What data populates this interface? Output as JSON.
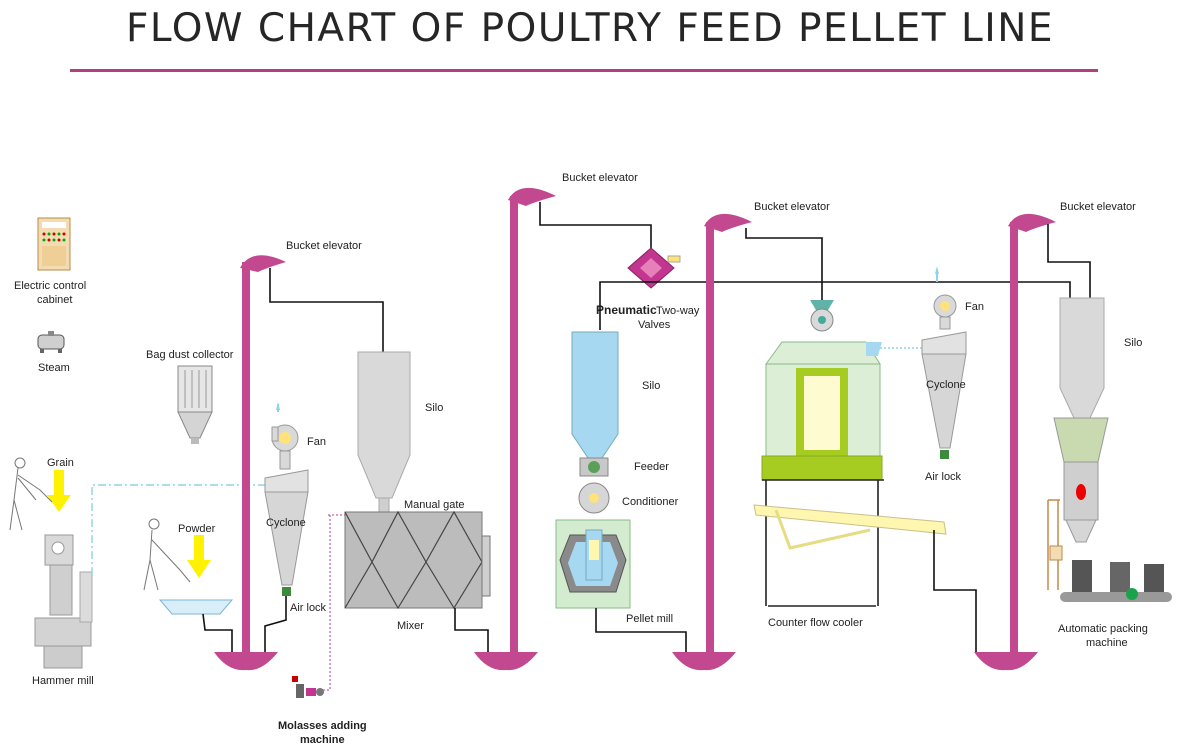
{
  "title": "FLOW CHART OF POULTRY FEED PELLET LINE",
  "colors": {
    "accent_line": "#b0407f",
    "elevator": "#c2498f",
    "silo_gray": "#d7d7d7",
    "silo_blue": "#a6d8f2",
    "cooler_green": "#dcefd6",
    "cooler_lime": "#a6cc22",
    "arrow_yellow": "#fff200",
    "valve_magenta": "#c2368f"
  },
  "labels": {
    "electric_control_cabinet_l1": "Electric control",
    "electric_control_cabinet_l2": "cabinet",
    "steam": "Steam",
    "bag_dust_collector": "Bag dust collector",
    "grain": "Grain",
    "powder": "Powder",
    "hammer_mill": "Hammer mill",
    "fan_1": "Fan",
    "cyclone_1": "Cyclone",
    "air_lock_1": "Air lock",
    "bucket_elevator_1": "Bucket elevator",
    "silo_1": "Silo",
    "manual_gate": "Manual gate",
    "mixer": "Mixer",
    "molasses_l1": "Molasses adding",
    "molasses_l2": "machine",
    "bucket_elevator_2": "Bucket elevator",
    "pneumatic": "Pneumatic",
    "two_way": "Two-way",
    "valves": "Valves",
    "silo_2": "Silo",
    "feeder": "Feeder",
    "conditioner": "Conditioner",
    "pellet_mill": "Pellet mill",
    "bucket_elevator_3": "Bucket elevator",
    "counter_flow_cooler": "Counter flow cooler",
    "fan_2": "Fan",
    "cyclone_2": "Cyclone",
    "air_lock_2": "Air lock",
    "bucket_elevator_4": "Bucket elevator",
    "silo_3": "Silo",
    "packing_l1": "Automatic packing",
    "packing_l2": "machine"
  }
}
